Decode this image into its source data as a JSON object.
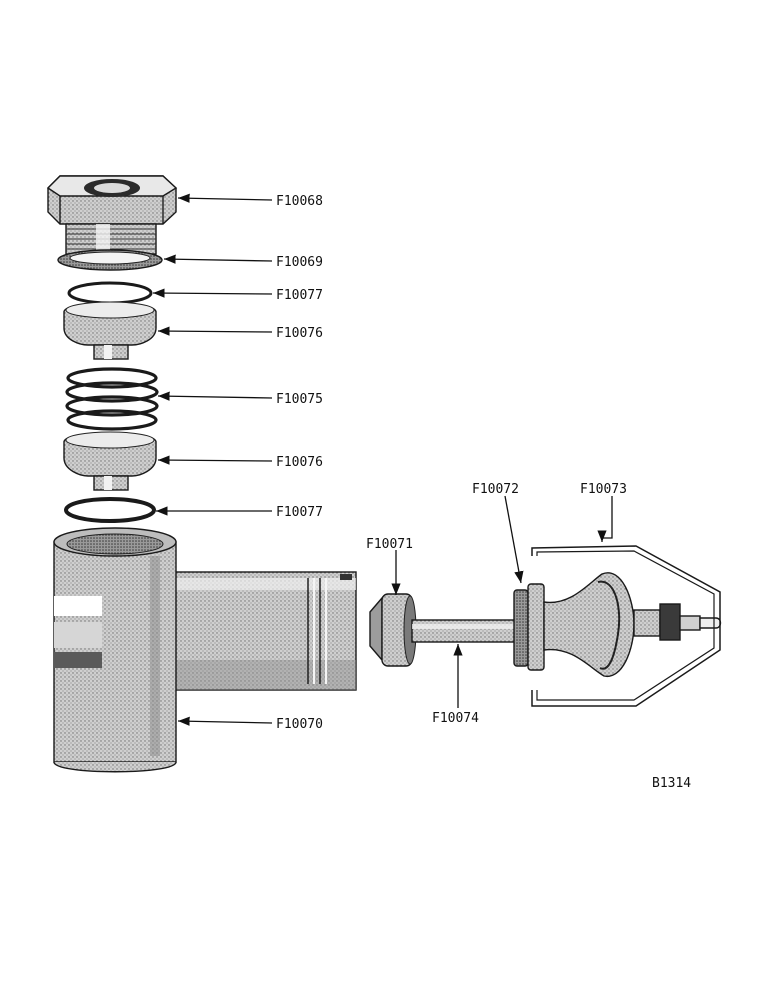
{
  "figure_id": "B1314",
  "part_labels": {
    "nut": "F10068",
    "gasket": "F10069",
    "o_ring_top": "F10077",
    "seat_top": "F10076",
    "spring": "F10075",
    "seat_bottom": "F10076",
    "o_ring_bottom": "F10077",
    "body": "F10070",
    "washer": "F10071",
    "stem_seal": "F10072",
    "handle": "F10073",
    "stem": "F10074"
  }
}
